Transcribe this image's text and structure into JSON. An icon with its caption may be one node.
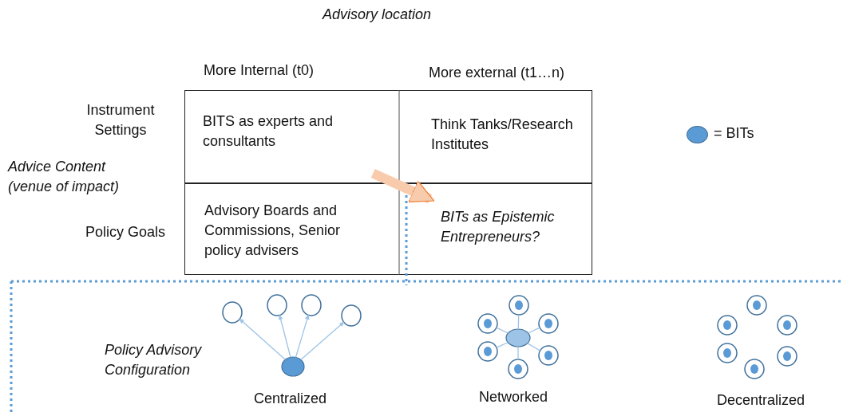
{
  "diagram": {
    "title": "Advisory location",
    "nodes": [
      {
        "text": [
          "BITS as experts and consultants"
        ]
      },
      {
        "text": [
          "Think Tanks/Research Institutes"
        ]
      },
      {
        "text": [
          "Advisory Boards and Commissions, Senior policy advisers"
        ]
      },
      {
        "text": [
          "BITs as Epistemic Entrepreneurs?"
        ]
      },
      {
        "text": [],
        "shape": "circle"
      },
      {
        "text": [],
        "shape": "circle"
      },
      {
        "text": [],
        "shape": "circle"
      },
      {
        "text": [],
        "shape": "circle"
      },
      {
        "text": [],
        "shape": "circle"
      },
      {
        "text": [],
        "shape": "circle"
      },
      {
        "text": [],
        "shape": "circle"
      },
      {
        "text": [],
        "shape": "circle"
      },
      {
        "text": [],
        "shape": "circle"
      },
      {
        "text": [],
        "shape": "circle"
      },
      {
        "text": [],
        "shape": "circle"
      },
      {
        "text": [],
        "shape": "circle"
      },
      {
        "text": [],
        "shape": "circle"
      },
      {
        "text": [],
        "shape": "circle"
      },
      {
        "text": [],
        "shape": "circle"
      },
      {
        "text": [],
        "shape": "circle"
      },
      {
        "text": [],
        "shape": "circle"
      },
      {
        "text": [],
        "shape": "circle"
      }
    ],
    "edges": [
      {
        "from": 0,
        "to": 3,
        "arrow": "to",
        "style": "thick",
        "color": "#f8cbad"
      },
      {
        "from": 8,
        "to": 4,
        "arrow": "to"
      },
      {
        "from": 8,
        "to": 5,
        "arrow": "to"
      },
      {
        "from": 8,
        "to": 6,
        "arrow": "to"
      },
      {
        "from": 8,
        "to": 7,
        "arrow": "to"
      },
      {
        "from": 12,
        "to": 9,
        "arrow": "none"
      },
      {
        "from": 12,
        "to": 10,
        "arrow": "none"
      },
      {
        "from": 12,
        "to": 11,
        "arrow": "none"
      },
      {
        "from": 12,
        "to": 13,
        "arrow": "none"
      },
      {
        "from": 12,
        "to": 14,
        "arrow": "none"
      },
      {
        "from": 12,
        "to": 15,
        "arrow": "none"
      }
    ],
    "labels": [
      "More Internal (t0)",
      "More external (t1…n)",
      "Instrument Settings",
      "Advice Content (venue of impact)",
      "Policy Goals",
      "Policy Advisory Configuration",
      "Centralized",
      "Networked",
      "Decentralized"
    ],
    "legend": [
      {
        "text": "= BITs",
        "color": "#5b9bd5"
      }
    ]
  }
}
